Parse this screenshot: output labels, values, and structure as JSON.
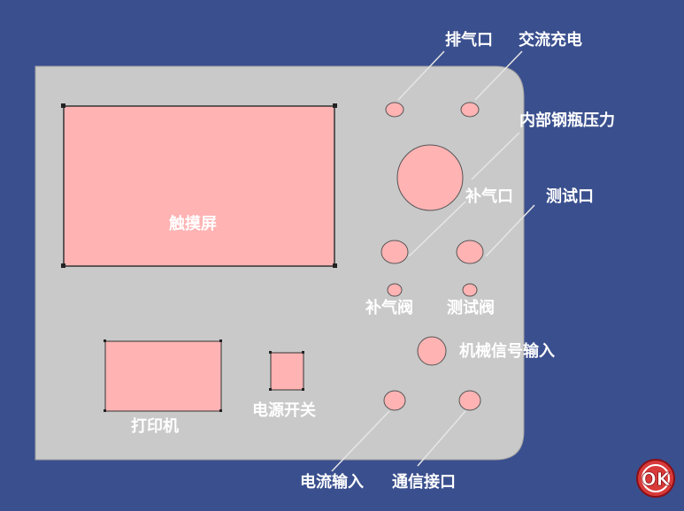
{
  "labels": {
    "touchscreen": "触摸屏",
    "printer": "打印机",
    "power_switch": "电源开关",
    "exhaust_port": "排气口",
    "ac_charging": "交流充电",
    "internal_cylinder_pressure": "内部钢瓶压力",
    "refill_port": "补气口",
    "test_port": "测试口",
    "refill_valve": "补气阀",
    "test_valve": "测试阀",
    "mechanical_signal_input": "机械信号输入",
    "current_input": "电流输入",
    "comm_interface": "通信接口"
  },
  "logo": {
    "text": "OK"
  },
  "colors": {
    "background": "#3a4f8e",
    "panel": "#c9c9c9",
    "component_fill": "#ffb3b3",
    "label": "#ffffff",
    "logo_red": "#c8182a"
  }
}
